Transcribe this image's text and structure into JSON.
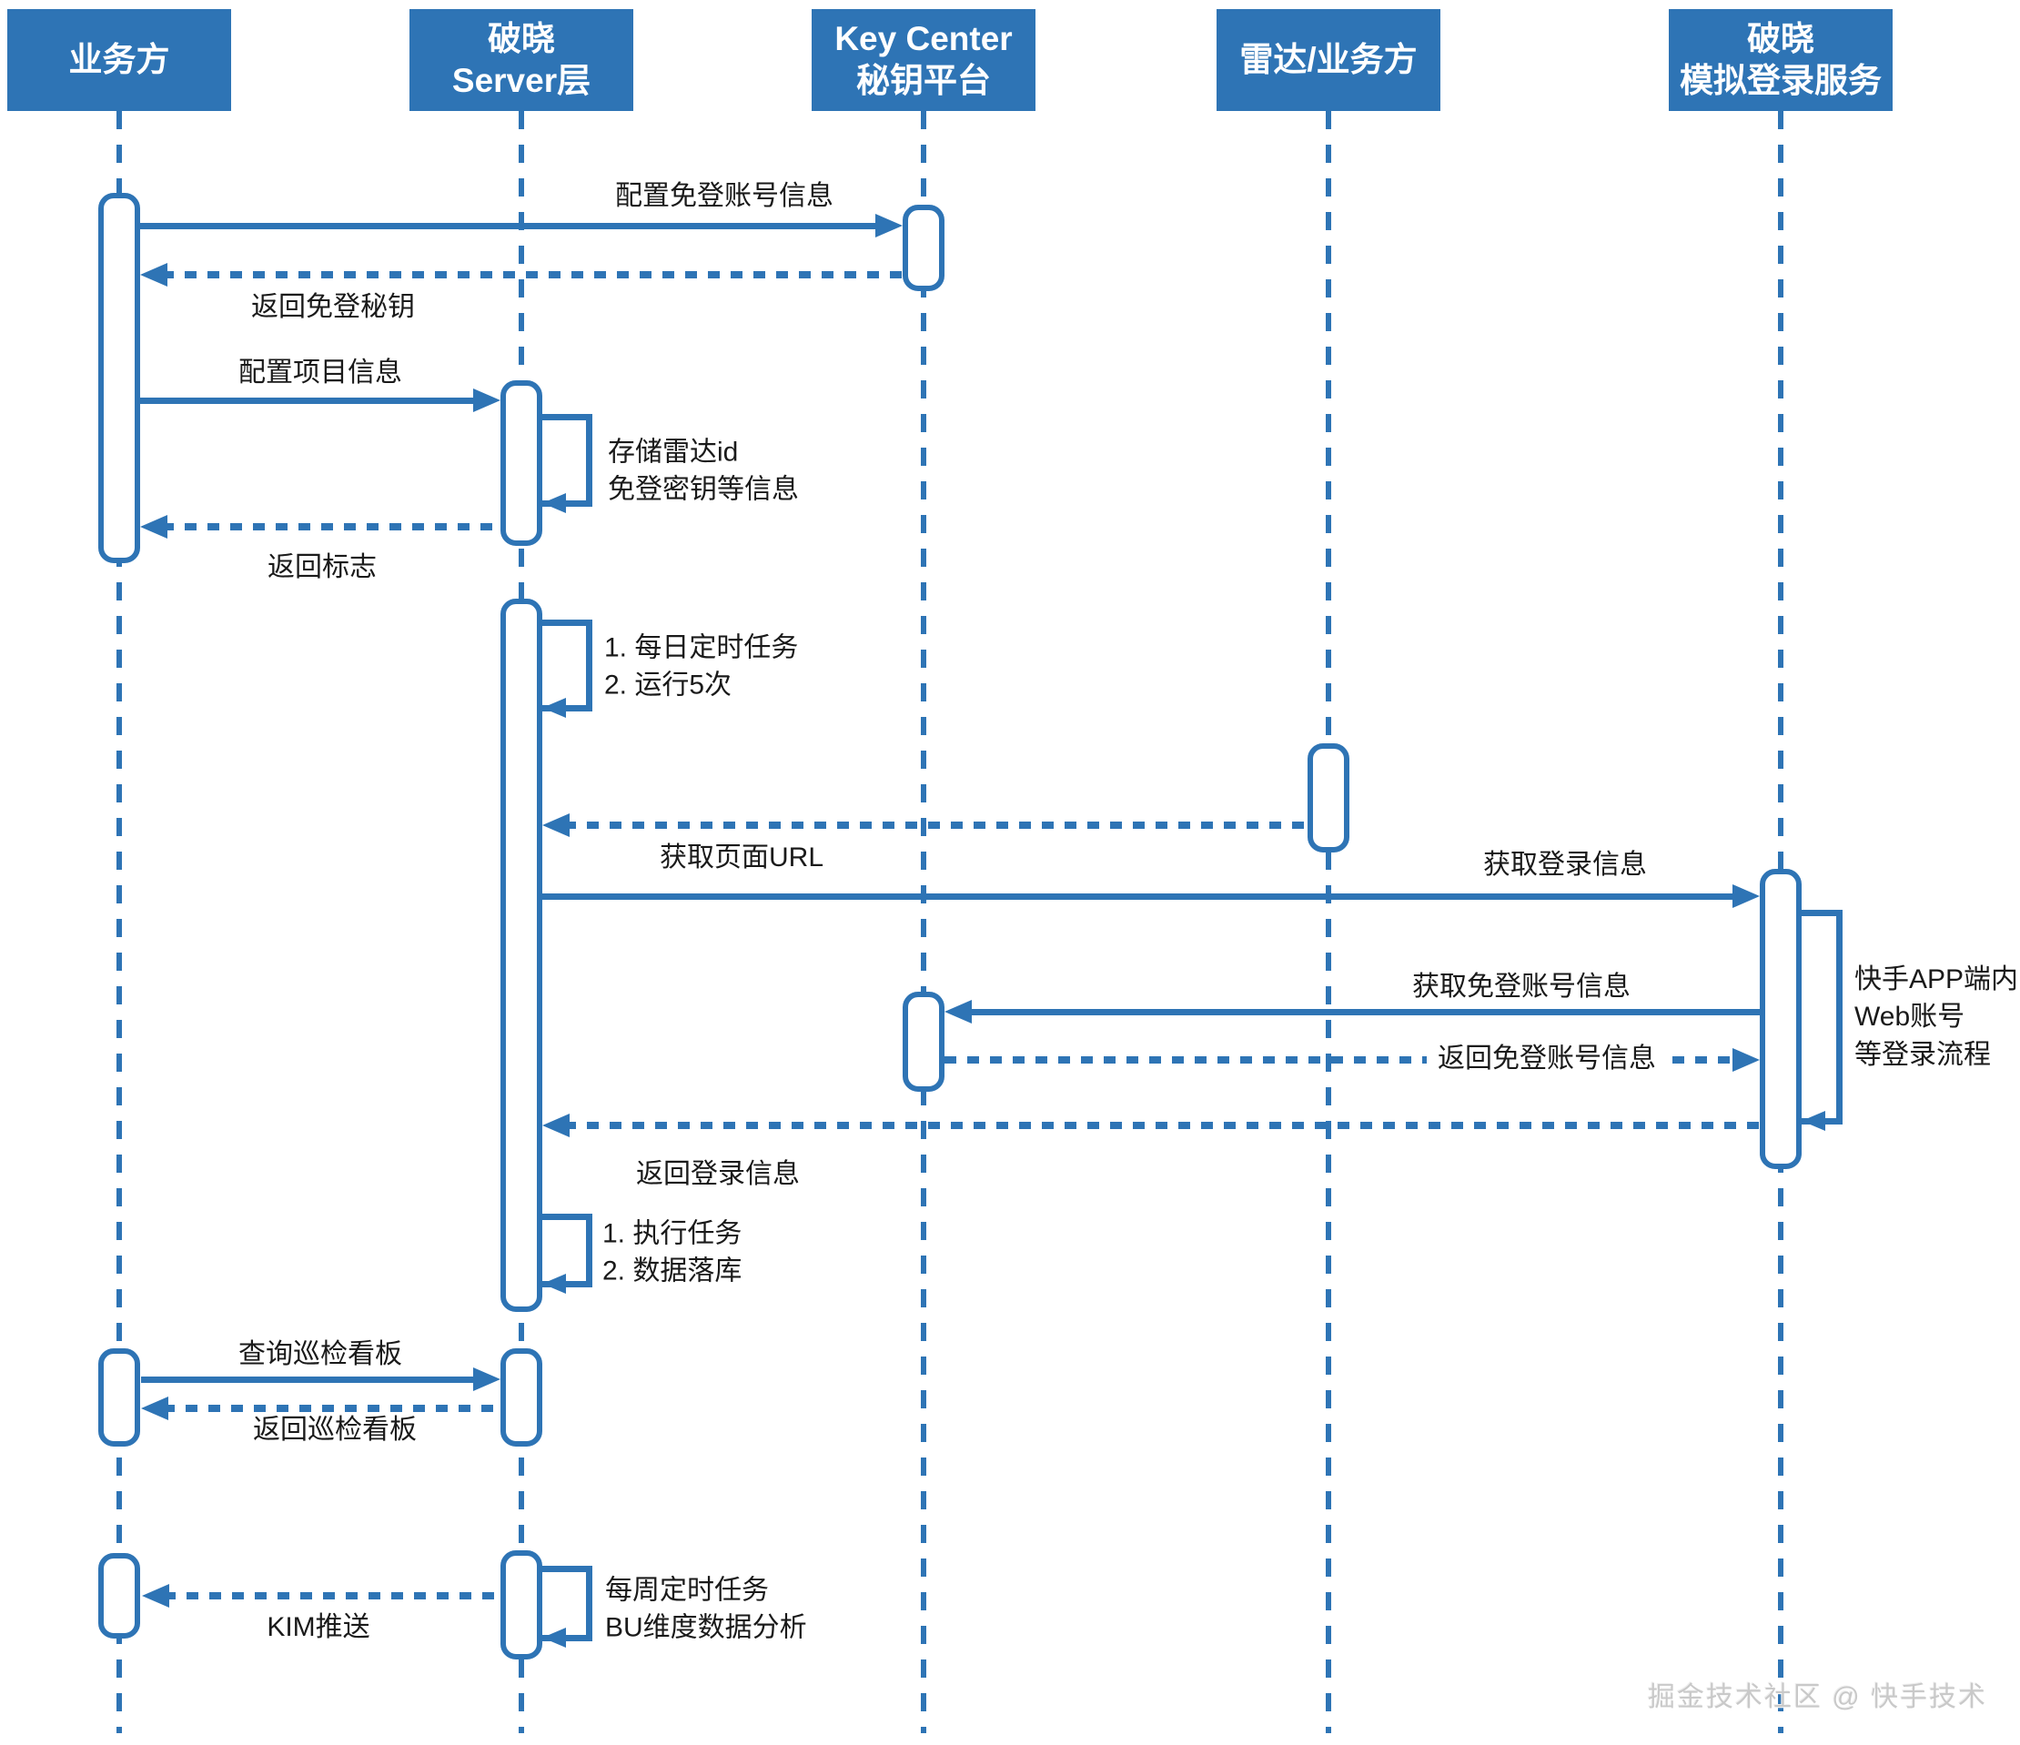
{
  "diagram": {
    "actors": [
      {
        "label": "业务方"
      },
      {
        "label": "破晓\nServer层"
      },
      {
        "label": "Key Center\n秘钥平台"
      },
      {
        "label": "雷达/业务方"
      },
      {
        "label": "破晓\n模拟登录服务"
      }
    ],
    "messages": {
      "configure_free_login_account": "配置免登账号信息",
      "return_free_login_key": "返回免登秘钥",
      "configure_project_info": "配置项目信息",
      "store_radar_id_note": "存储雷达id\n免登密钥等信息",
      "return_flag": "返回标志",
      "daily_task_note": "1. 每日定时任务\n2. 运行5次",
      "get_page_url": "获取页面URL",
      "get_login_info": "获取登录信息",
      "get_free_login_account": "获取免登账号信息",
      "return_free_login_account": "返回免登账号信息",
      "kuaishou_login_note": "快手APP端内\nWeb账号\n等登录流程",
      "return_login_info": "返回登录信息",
      "execute_task_note": "1. 执行任务\n2. 数据落库",
      "query_inspection_board": "查询巡检看板",
      "return_inspection_board": "返回巡检看板",
      "kim_push": "KIM推送",
      "weekly_task_note": "每周定时任务\nBU维度数据分析"
    },
    "watermark": "掘金技术社区 @ 快手技术",
    "colors": {
      "accent": "#2e74b5",
      "text": "#1a1a1a",
      "background": "#ffffff"
    }
  }
}
